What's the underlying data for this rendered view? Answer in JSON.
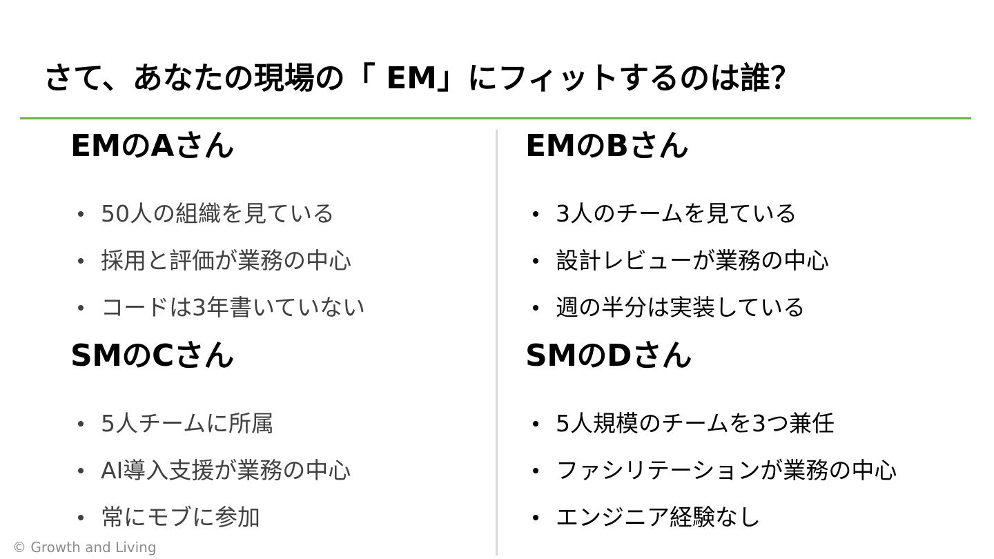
{
  "title": "さて、あなたの現場の「 EM」にフィットするのは誰？",
  "colors": {
    "accent_rule": "#70ad47",
    "divider": "#d9d9d9",
    "left_text": "#404040",
    "right_text": "#000000",
    "footer": "#8c8c8c"
  },
  "sections": [
    {
      "heading": "EMのAさん",
      "items": [
        "50人の組織を見ている",
        "採用と評価が業務の中心",
        "コードは3年書いていない"
      ]
    },
    {
      "heading": "EMのBさん",
      "items": [
        "3人のチームを見ている",
        "設計レビューが業務の中心",
        "週の半分は実装している"
      ]
    },
    {
      "heading": "SMのCさん",
      "items": [
        "5人チームに所属",
        "AI導入支援が業務の中心",
        "常にモブに参加"
      ]
    },
    {
      "heading": "SMのDさん",
      "items": [
        "5人規模のチームを3つ兼任",
        "ファシリテーションが業務の中心",
        "エンジニア経験なし"
      ]
    }
  ],
  "footer": "© Growth and Living"
}
